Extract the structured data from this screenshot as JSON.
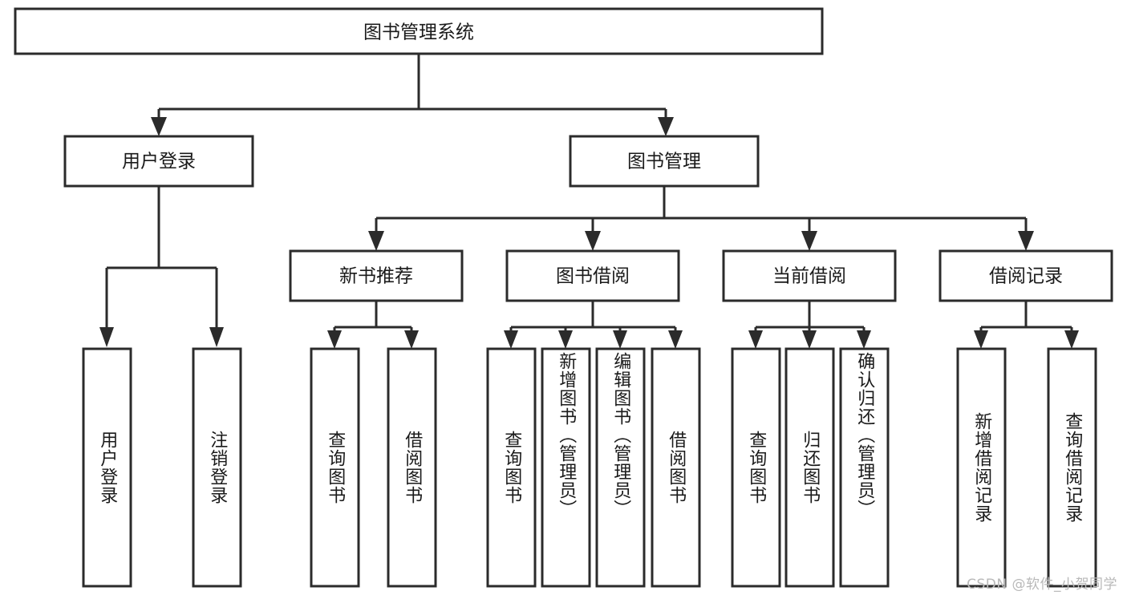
{
  "diagram": {
    "title": "图书管理系统",
    "type": "hierarchy-tree",
    "watermark": "CSDN @软件_小贺同学",
    "colors": {
      "stroke": "#2b2b2b",
      "fill": "#ffffff",
      "text": "#1a1a1a",
      "watermark": "#b9b9b9"
    },
    "root": {
      "label": "图书管理系统"
    },
    "level1": [
      {
        "label": "用户登录"
      },
      {
        "label": "图书管理"
      }
    ],
    "level2": [
      {
        "label": "新书推荐"
      },
      {
        "label": "图书借阅"
      },
      {
        "label": "当前借阅"
      },
      {
        "label": "借阅记录"
      }
    ],
    "leaves": {
      "user_login": [
        {
          "label": "用户登录"
        },
        {
          "label": "注销登录"
        }
      ],
      "new_book_recommend": [
        {
          "label": "查询图书"
        },
        {
          "label": "借阅图书"
        }
      ],
      "book_borrow": [
        {
          "label": "查询图书"
        },
        {
          "label": "新增图书（管理员）"
        },
        {
          "label": "编辑图书（管理员）"
        },
        {
          "label": "借阅图书"
        }
      ],
      "current_borrow": [
        {
          "label": "查询图书"
        },
        {
          "label": "归还图书"
        },
        {
          "label": "确认归还（管理员）"
        }
      ],
      "borrow_record": [
        {
          "label": "新增借阅记录"
        },
        {
          "label": "查询借阅记录"
        }
      ]
    }
  }
}
